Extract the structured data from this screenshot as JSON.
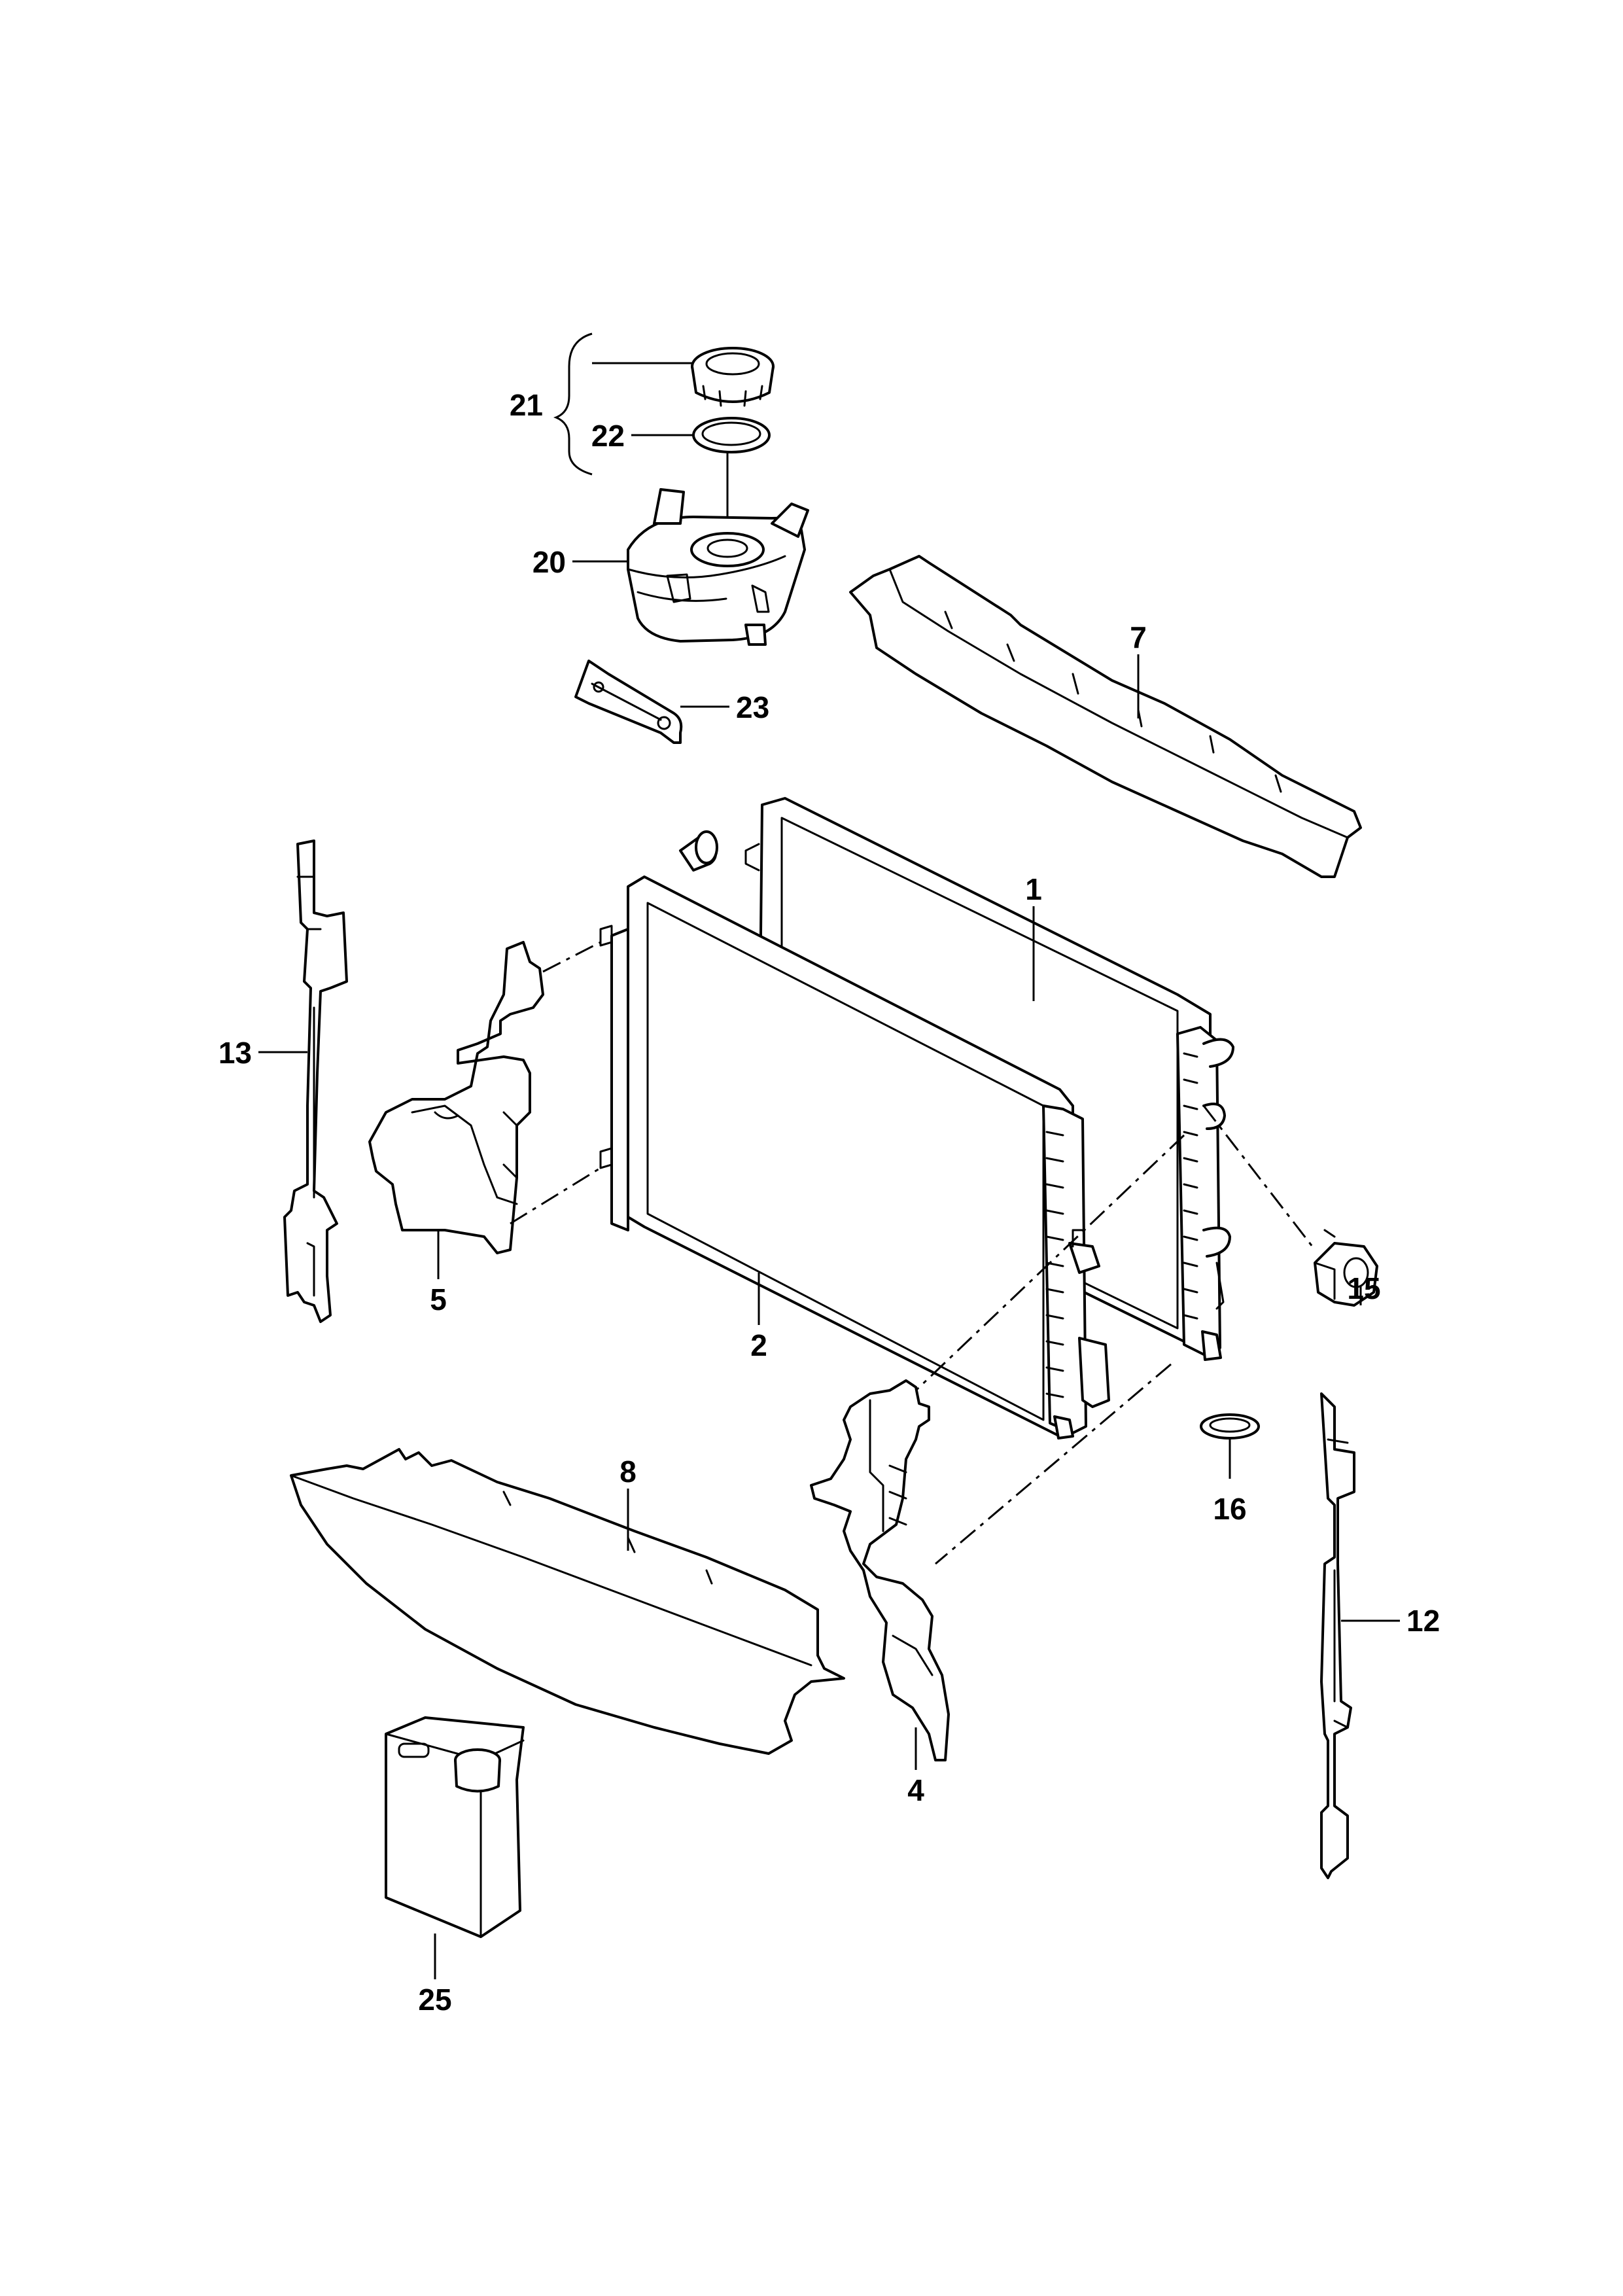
{
  "diagram": {
    "type": "exploded-parts-diagram",
    "callouts": {
      "p1": "1",
      "p2": "2",
      "p4": "4",
      "p5": "5",
      "p7": "7",
      "p8": "8",
      "p12": "12",
      "p13": "13",
      "p15": "15",
      "p16": "16",
      "p20": "20",
      "p21": "21",
      "p22": "22",
      "p23": "23",
      "p25": "25"
    }
  }
}
